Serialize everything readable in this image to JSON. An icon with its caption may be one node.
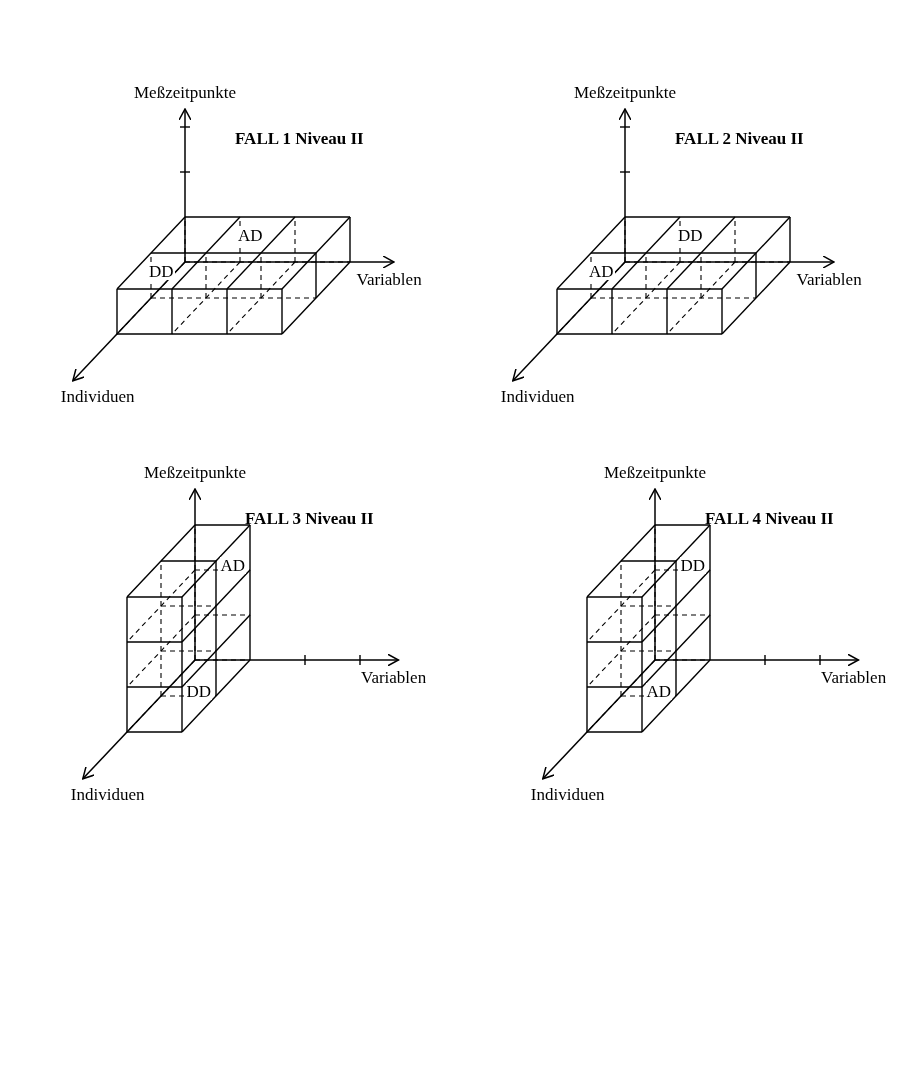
{
  "diagram": {
    "labels": [
      "Meßzeitpunkte",
      "FALL 1 Niveau II",
      "AD",
      "Variablen",
      "DD",
      "Individuen",
      "Meßzeitpunkte",
      "FALL 2 Niveau II",
      "DD",
      "Variablen",
      "AD",
      "Individuen",
      "Meßzeitpunkte",
      "FALL 3 Niveau II",
      "AD",
      "Variablen",
      "DD",
      "Individuen",
      "Meßzeitpunkte",
      "FALL 4 Niveau II",
      "DD",
      "Variablen",
      "AD",
      "Individuen"
    ]
  }
}
